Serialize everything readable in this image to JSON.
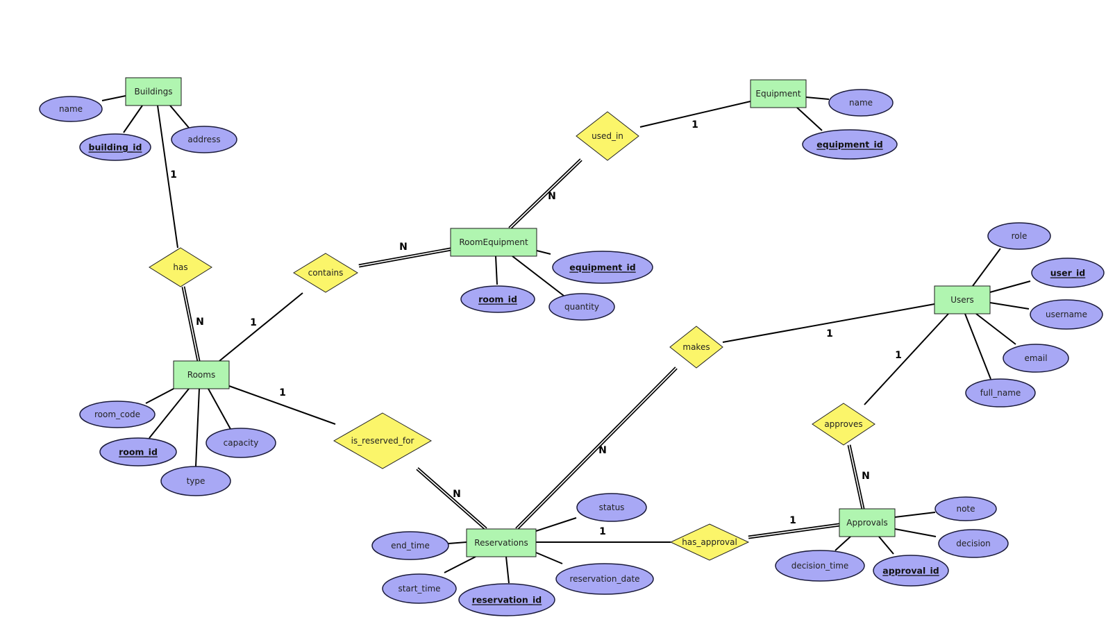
{
  "diagram": {
    "type": "er-diagram",
    "colors": {
      "entity_fill": "#b0f5b0",
      "attribute_fill": "#a8a8f5",
      "relationship_fill": "#fbf56a",
      "line": "#000000",
      "background": "#ffffff"
    },
    "entities": [
      {
        "id": "buildings",
        "label": "Buildings"
      },
      {
        "id": "equipment",
        "label": "Equipment"
      },
      {
        "id": "roomequipment",
        "label": "RoomEquipment"
      },
      {
        "id": "rooms",
        "label": "Rooms"
      },
      {
        "id": "users",
        "label": "Users"
      },
      {
        "id": "reservations",
        "label": "Reservations"
      },
      {
        "id": "approvals",
        "label": "Approvals"
      }
    ],
    "attributes": [
      {
        "id": "b_name",
        "entity": "buildings",
        "label": "name",
        "key": false
      },
      {
        "id": "b_building_id",
        "entity": "buildings",
        "label": "building_id",
        "key": true
      },
      {
        "id": "b_address",
        "entity": "buildings",
        "label": "address",
        "key": false
      },
      {
        "id": "e_name",
        "entity": "equipment",
        "label": "name",
        "key": false
      },
      {
        "id": "e_equipment_id",
        "entity": "equipment",
        "label": "equipment_id",
        "key": true
      },
      {
        "id": "re_equipment_id",
        "entity": "roomequipment",
        "label": "equipment_id",
        "key": true
      },
      {
        "id": "re_room_id",
        "entity": "roomequipment",
        "label": "room_id",
        "key": true
      },
      {
        "id": "re_quantity",
        "entity": "roomequipment",
        "label": "quantity",
        "key": false
      },
      {
        "id": "r_room_code",
        "entity": "rooms",
        "label": "room_code",
        "key": false
      },
      {
        "id": "r_room_id",
        "entity": "rooms",
        "label": "room_id",
        "key": true
      },
      {
        "id": "r_type",
        "entity": "rooms",
        "label": "type",
        "key": false
      },
      {
        "id": "r_capacity",
        "entity": "rooms",
        "label": "capacity",
        "key": false
      },
      {
        "id": "u_role",
        "entity": "users",
        "label": "role",
        "key": false
      },
      {
        "id": "u_user_id",
        "entity": "users",
        "label": "user_id",
        "key": true
      },
      {
        "id": "u_username",
        "entity": "users",
        "label": "username",
        "key": false
      },
      {
        "id": "u_email",
        "entity": "users",
        "label": "email",
        "key": false
      },
      {
        "id": "u_full_name",
        "entity": "users",
        "label": "full_name",
        "key": false
      },
      {
        "id": "rs_status",
        "entity": "reservations",
        "label": "status",
        "key": false
      },
      {
        "id": "rs_end_time",
        "entity": "reservations",
        "label": "end_time",
        "key": false
      },
      {
        "id": "rs_start_time",
        "entity": "reservations",
        "label": "start_time",
        "key": false
      },
      {
        "id": "rs_reservation_id",
        "entity": "reservations",
        "label": "reservation_id",
        "key": true
      },
      {
        "id": "rs_reservation_date",
        "entity": "reservations",
        "label": "reservation_date",
        "key": false
      },
      {
        "id": "a_note",
        "entity": "approvals",
        "label": "note",
        "key": false
      },
      {
        "id": "a_decision",
        "entity": "approvals",
        "label": "decision",
        "key": false
      },
      {
        "id": "a_decision_time",
        "entity": "approvals",
        "label": "decision_time",
        "key": false
      },
      {
        "id": "a_approval_id",
        "entity": "approvals",
        "label": "approval_id",
        "key": true
      }
    ],
    "relationships": [
      {
        "id": "has",
        "label": "has",
        "from": "buildings",
        "from_card": "1",
        "to": "rooms",
        "to_card": "N",
        "to_total": true
      },
      {
        "id": "used_in",
        "label": "used_in",
        "from": "equipment",
        "from_card": "1",
        "to": "roomequipment",
        "to_card": "N",
        "to_total": true
      },
      {
        "id": "contains",
        "label": "contains",
        "from": "rooms",
        "from_card": "1",
        "to": "roomequipment",
        "to_card": "N",
        "to_total": true
      },
      {
        "id": "is_reserved_for",
        "label": "is_reserved_for",
        "from": "rooms",
        "from_card": "1",
        "to": "reservations",
        "to_card": "N",
        "to_total": true
      },
      {
        "id": "makes",
        "label": "makes",
        "from": "users",
        "from_card": "1",
        "to": "reservations",
        "to_card": "N",
        "to_total": true
      },
      {
        "id": "approves",
        "label": "approves",
        "from": "users",
        "from_card": "1",
        "to": "approvals",
        "to_card": "N",
        "to_total": true
      },
      {
        "id": "has_approval",
        "label": "has_approval",
        "from": "reservations",
        "from_card": "1",
        "to": "approvals",
        "to_card": "1",
        "to_total": true
      }
    ]
  }
}
